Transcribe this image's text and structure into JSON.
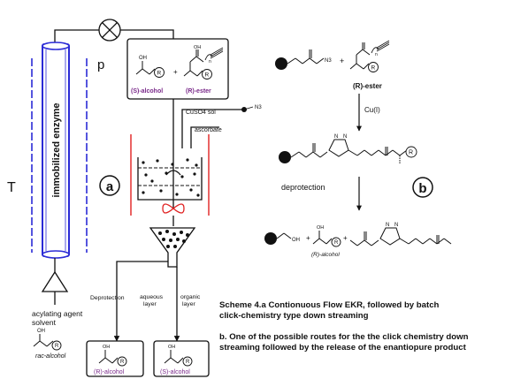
{
  "labels": {
    "pressure": "p",
    "temperature": "T",
    "column": "immobilized enzyme",
    "reagent_cu": "CuSO4 sol",
    "reagent_asc": "ascorbate",
    "n3": "N3",
    "panel_a": "a",
    "panel_b": "b",
    "deprotection_left": "Deprotection",
    "aqueous": "aqueous layer",
    "organic": "organic layer",
    "acylating": "acylating agent",
    "solvent": "solvent",
    "oh": "OH",
    "r": "R",
    "rac_alcohol": "rac-alcohol",
    "s_alcohol": "(S)-alcohol",
    "r_ester": "(R)-ester",
    "r_alcohol": "(R)-alcohol",
    "plus": "+",
    "r_ester_right": "(R)-ester",
    "cu1": "Cu(I)",
    "deprotection_right": "deprotection",
    "r_alcohol_right": "(R)-alcohol",
    "triazole_n": "N",
    "n_sub": "n"
  },
  "captions": {
    "line1": "Scheme 4.a Contionuous Flow EKR, followed by batch",
    "line2": "click-chemistry type down streaming",
    "line3": "b. One of the possible routes for the the click chemistry down",
    "line4": "streaming followed by the release of the enantiopure product"
  },
  "colors": {
    "column_blue": "#2b2bd6",
    "reactor_red": "#e02020",
    "label_purple": "#7a2a8a"
  }
}
